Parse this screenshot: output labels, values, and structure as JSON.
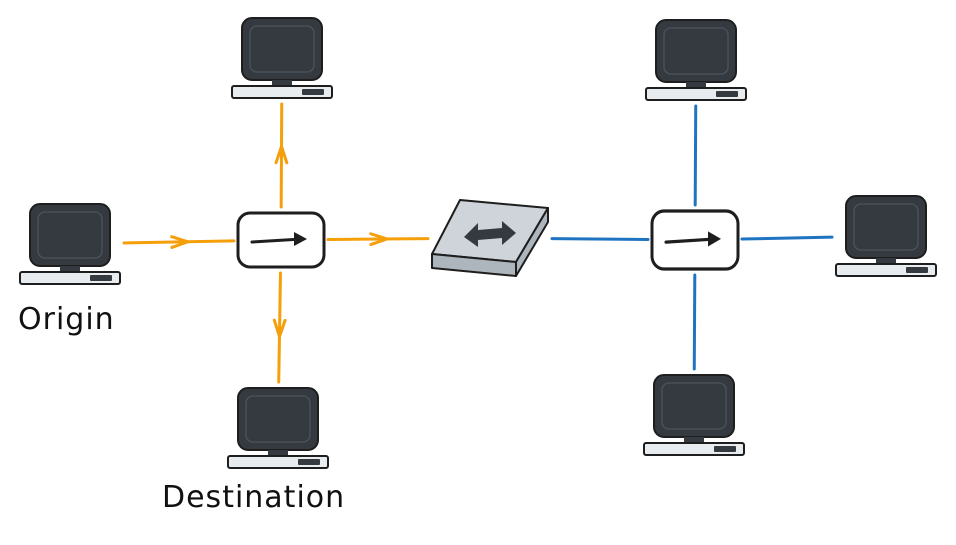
{
  "labels": {
    "origin": "Origin",
    "destination": "Destination"
  },
  "colors": {
    "left_segment": "#f59f0b",
    "right_segment": "#1f74c2",
    "device_fill": "#343a40",
    "device_base": "#e9ecef",
    "outline": "#1e1e1e",
    "bridge_fill": "#ced4da"
  },
  "nodes": [
    {
      "name": "computer-top-left",
      "type": "computer"
    },
    {
      "name": "computer-origin",
      "type": "computer"
    },
    {
      "name": "computer-destination",
      "type": "computer"
    },
    {
      "name": "hub-left",
      "type": "hub"
    },
    {
      "name": "bridge",
      "type": "bridge"
    },
    {
      "name": "hub-right",
      "type": "hub"
    },
    {
      "name": "computer-top-right",
      "type": "computer"
    },
    {
      "name": "computer-right",
      "type": "computer"
    },
    {
      "name": "computer-bottom-right",
      "type": "computer"
    }
  ],
  "links": [
    {
      "from": "computer-origin",
      "to": "hub-left",
      "segment": "left",
      "arrow": true
    },
    {
      "from": "hub-left",
      "to": "computer-top-left",
      "segment": "left",
      "arrow": true
    },
    {
      "from": "hub-left",
      "to": "computer-destination",
      "segment": "left",
      "arrow": true
    },
    {
      "from": "hub-left",
      "to": "bridge",
      "segment": "left",
      "arrow": true
    },
    {
      "from": "bridge",
      "to": "hub-right",
      "segment": "right",
      "arrow": false
    },
    {
      "from": "hub-right",
      "to": "computer-top-right",
      "segment": "right",
      "arrow": false
    },
    {
      "from": "hub-right",
      "to": "computer-right",
      "segment": "right",
      "arrow": false
    },
    {
      "from": "hub-right",
      "to": "computer-bottom-right",
      "segment": "right",
      "arrow": false
    }
  ]
}
